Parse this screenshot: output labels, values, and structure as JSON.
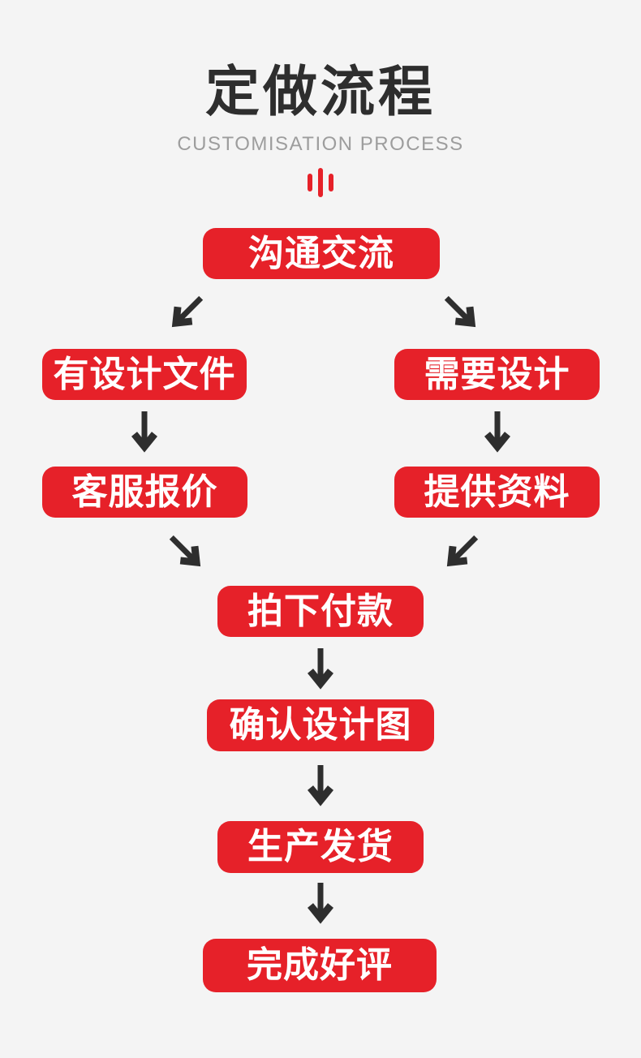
{
  "header": {
    "title": "定做流程",
    "subtitle": "CUSTOMISATION PROCESS"
  },
  "colors": {
    "background": "#f4f4f4",
    "node_red": "#e62129",
    "node_text": "#ffffff",
    "arrow_dark": "#2e2e2e",
    "title_dark": "#2e2e2e",
    "subtitle_gray": "#9d9d9d"
  },
  "flowchart": {
    "nodes": [
      {
        "id": "communicate",
        "label": "沟通交流"
      },
      {
        "id": "have-design-file",
        "label": "有设计文件"
      },
      {
        "id": "need-design",
        "label": "需要设计"
      },
      {
        "id": "service-quote",
        "label": "客服报价"
      },
      {
        "id": "provide-materials",
        "label": "提供资料"
      },
      {
        "id": "order-and-pay",
        "label": "拍下付款"
      },
      {
        "id": "confirm-design",
        "label": "确认设计图"
      },
      {
        "id": "produce-and-ship",
        "label": "生产发货"
      },
      {
        "id": "complete-good-review",
        "label": "完成好评"
      }
    ],
    "edges": [
      {
        "from": "communicate",
        "to": "have-design-file",
        "direction": "down-left"
      },
      {
        "from": "communicate",
        "to": "need-design",
        "direction": "down-right"
      },
      {
        "from": "have-design-file",
        "to": "service-quote",
        "direction": "down"
      },
      {
        "from": "need-design",
        "to": "provide-materials",
        "direction": "down"
      },
      {
        "from": "service-quote",
        "to": "order-and-pay",
        "direction": "down-right"
      },
      {
        "from": "provide-materials",
        "to": "order-and-pay",
        "direction": "down-left"
      },
      {
        "from": "order-and-pay",
        "to": "confirm-design",
        "direction": "down"
      },
      {
        "from": "confirm-design",
        "to": "produce-and-ship",
        "direction": "down"
      },
      {
        "from": "produce-and-ship",
        "to": "complete-good-review",
        "direction": "down"
      }
    ]
  }
}
